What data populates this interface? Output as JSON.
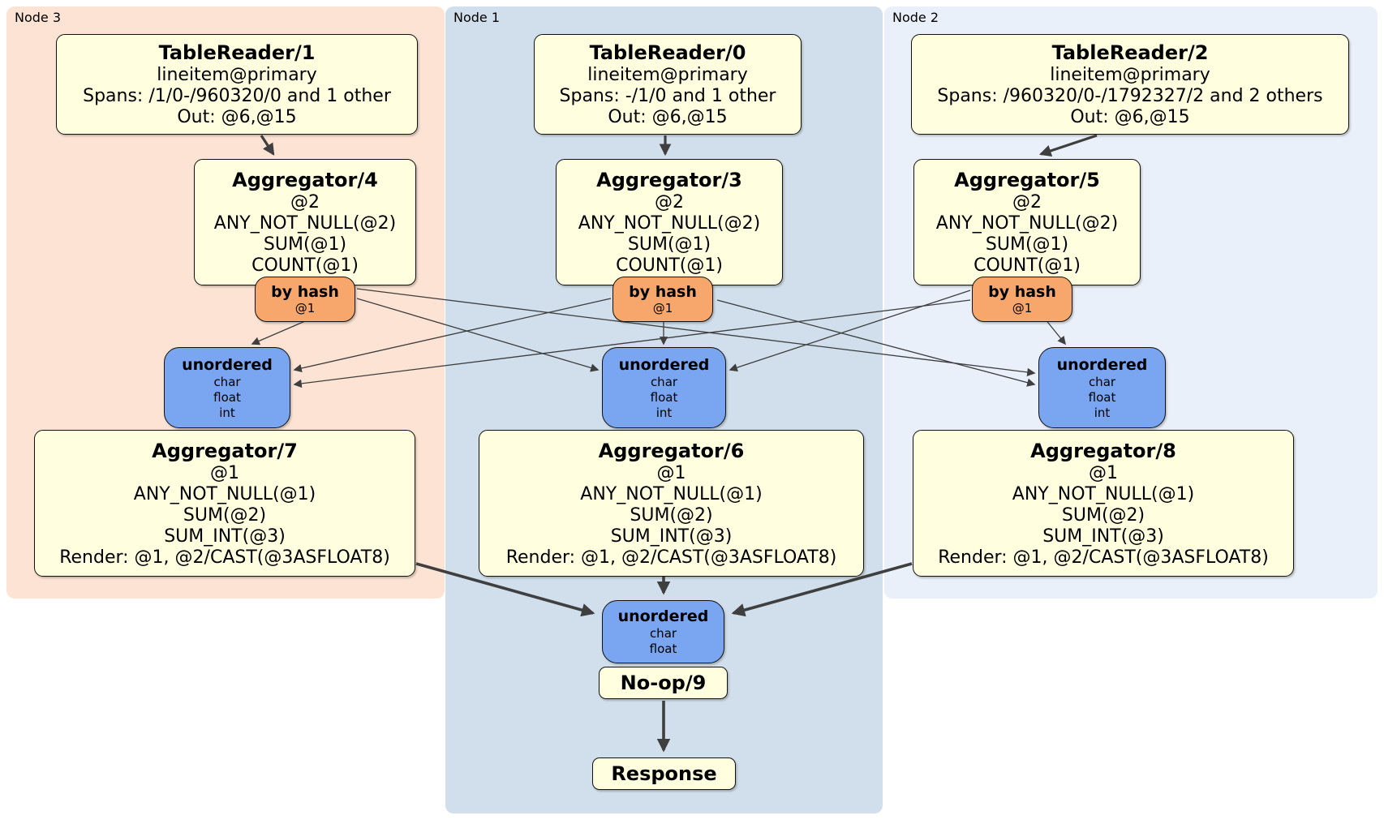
{
  "colors": {
    "node3_bg": "#fce3d3",
    "node1_bg": "#d0dfeb",
    "node2_bg": "#eaf0fa",
    "processor_fill": "#ffffe0",
    "router_fill": "#f7a66c",
    "sync_fill": "#7aa5f0",
    "edge": "#3f3f3f"
  },
  "regions": [
    {
      "label": "Node 3"
    },
    {
      "label": "Node 1"
    },
    {
      "label": "Node 2"
    }
  ],
  "processors": {
    "tr1": {
      "title": "TableReader/1",
      "lines": [
        "lineitem@primary",
        "Spans: /1/0-/960320/0 and 1 other",
        "Out: @6,@15"
      ]
    },
    "tr0": {
      "title": "TableReader/0",
      "lines": [
        "lineitem@primary",
        "Spans: -/1/0 and 1 other",
        "Out: @6,@15"
      ]
    },
    "tr2": {
      "title": "TableReader/2",
      "lines": [
        "lineitem@primary",
        "Spans: /960320/0-/1792327/2 and 2 others",
        "Out: @6,@15"
      ]
    },
    "agg4": {
      "title": "Aggregator/4",
      "lines": [
        "@2",
        "ANY_NOT_NULL(@2)",
        "SUM(@1)",
        "COUNT(@1)"
      ]
    },
    "agg3": {
      "title": "Aggregator/3",
      "lines": [
        "@2",
        "ANY_NOT_NULL(@2)",
        "SUM(@1)",
        "COUNT(@1)"
      ]
    },
    "agg5": {
      "title": "Aggregator/5",
      "lines": [
        "@2",
        "ANY_NOT_NULL(@2)",
        "SUM(@1)",
        "COUNT(@1)"
      ]
    },
    "agg7": {
      "title": "Aggregator/7",
      "lines": [
        "@1",
        "ANY_NOT_NULL(@1)",
        "SUM(@2)",
        "SUM_INT(@3)",
        "Render: @1, @2/CAST(@3ASFLOAT8)"
      ]
    },
    "agg6": {
      "title": "Aggregator/6",
      "lines": [
        "@1",
        "ANY_NOT_NULL(@1)",
        "SUM(@2)",
        "SUM_INT(@3)",
        "Render: @1, @2/CAST(@3ASFLOAT8)"
      ]
    },
    "agg8": {
      "title": "Aggregator/8",
      "lines": [
        "@1",
        "ANY_NOT_NULL(@1)",
        "SUM(@2)",
        "SUM_INT(@3)",
        "Render: @1, @2/CAST(@3ASFLOAT8)"
      ]
    }
  },
  "router": {
    "title": "by hash",
    "key": "@1"
  },
  "sync_node": {
    "title": "unordered",
    "items": [
      "char",
      "float",
      "int"
    ]
  },
  "sync_final": {
    "title": "unordered",
    "items": [
      "char",
      "float"
    ]
  },
  "noop": {
    "title": "No-op/9"
  },
  "response": {
    "title": "Response"
  }
}
